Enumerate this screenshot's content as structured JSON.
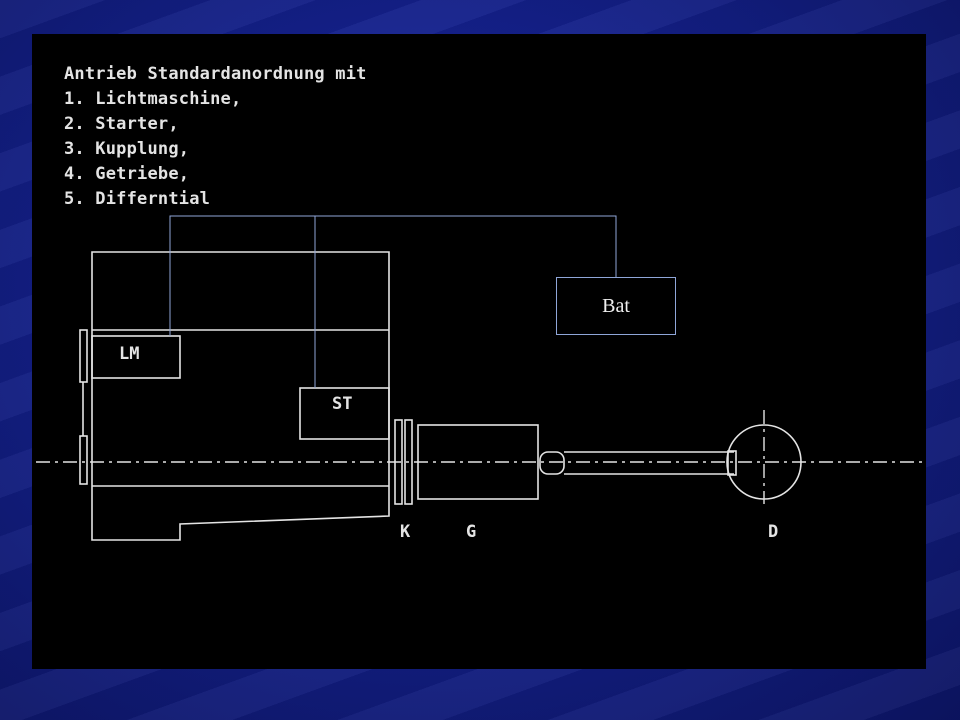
{
  "heading_lines": [
    "Antrieb Standardanordnung mit",
    "1. Lichtmaschine,",
    "2. Starter,",
    "3. Kupplung,",
    "4. Getriebe,",
    "5. Differntial"
  ],
  "labels": {
    "lm": "LM",
    "st": "ST",
    "k": "K",
    "g": "G",
    "d": "D",
    "battery": "Bat"
  },
  "colors": {
    "background": "#14208a",
    "screen": "#000000",
    "drawing": "#e4e4e4",
    "wire": "#8fa6d8"
  }
}
